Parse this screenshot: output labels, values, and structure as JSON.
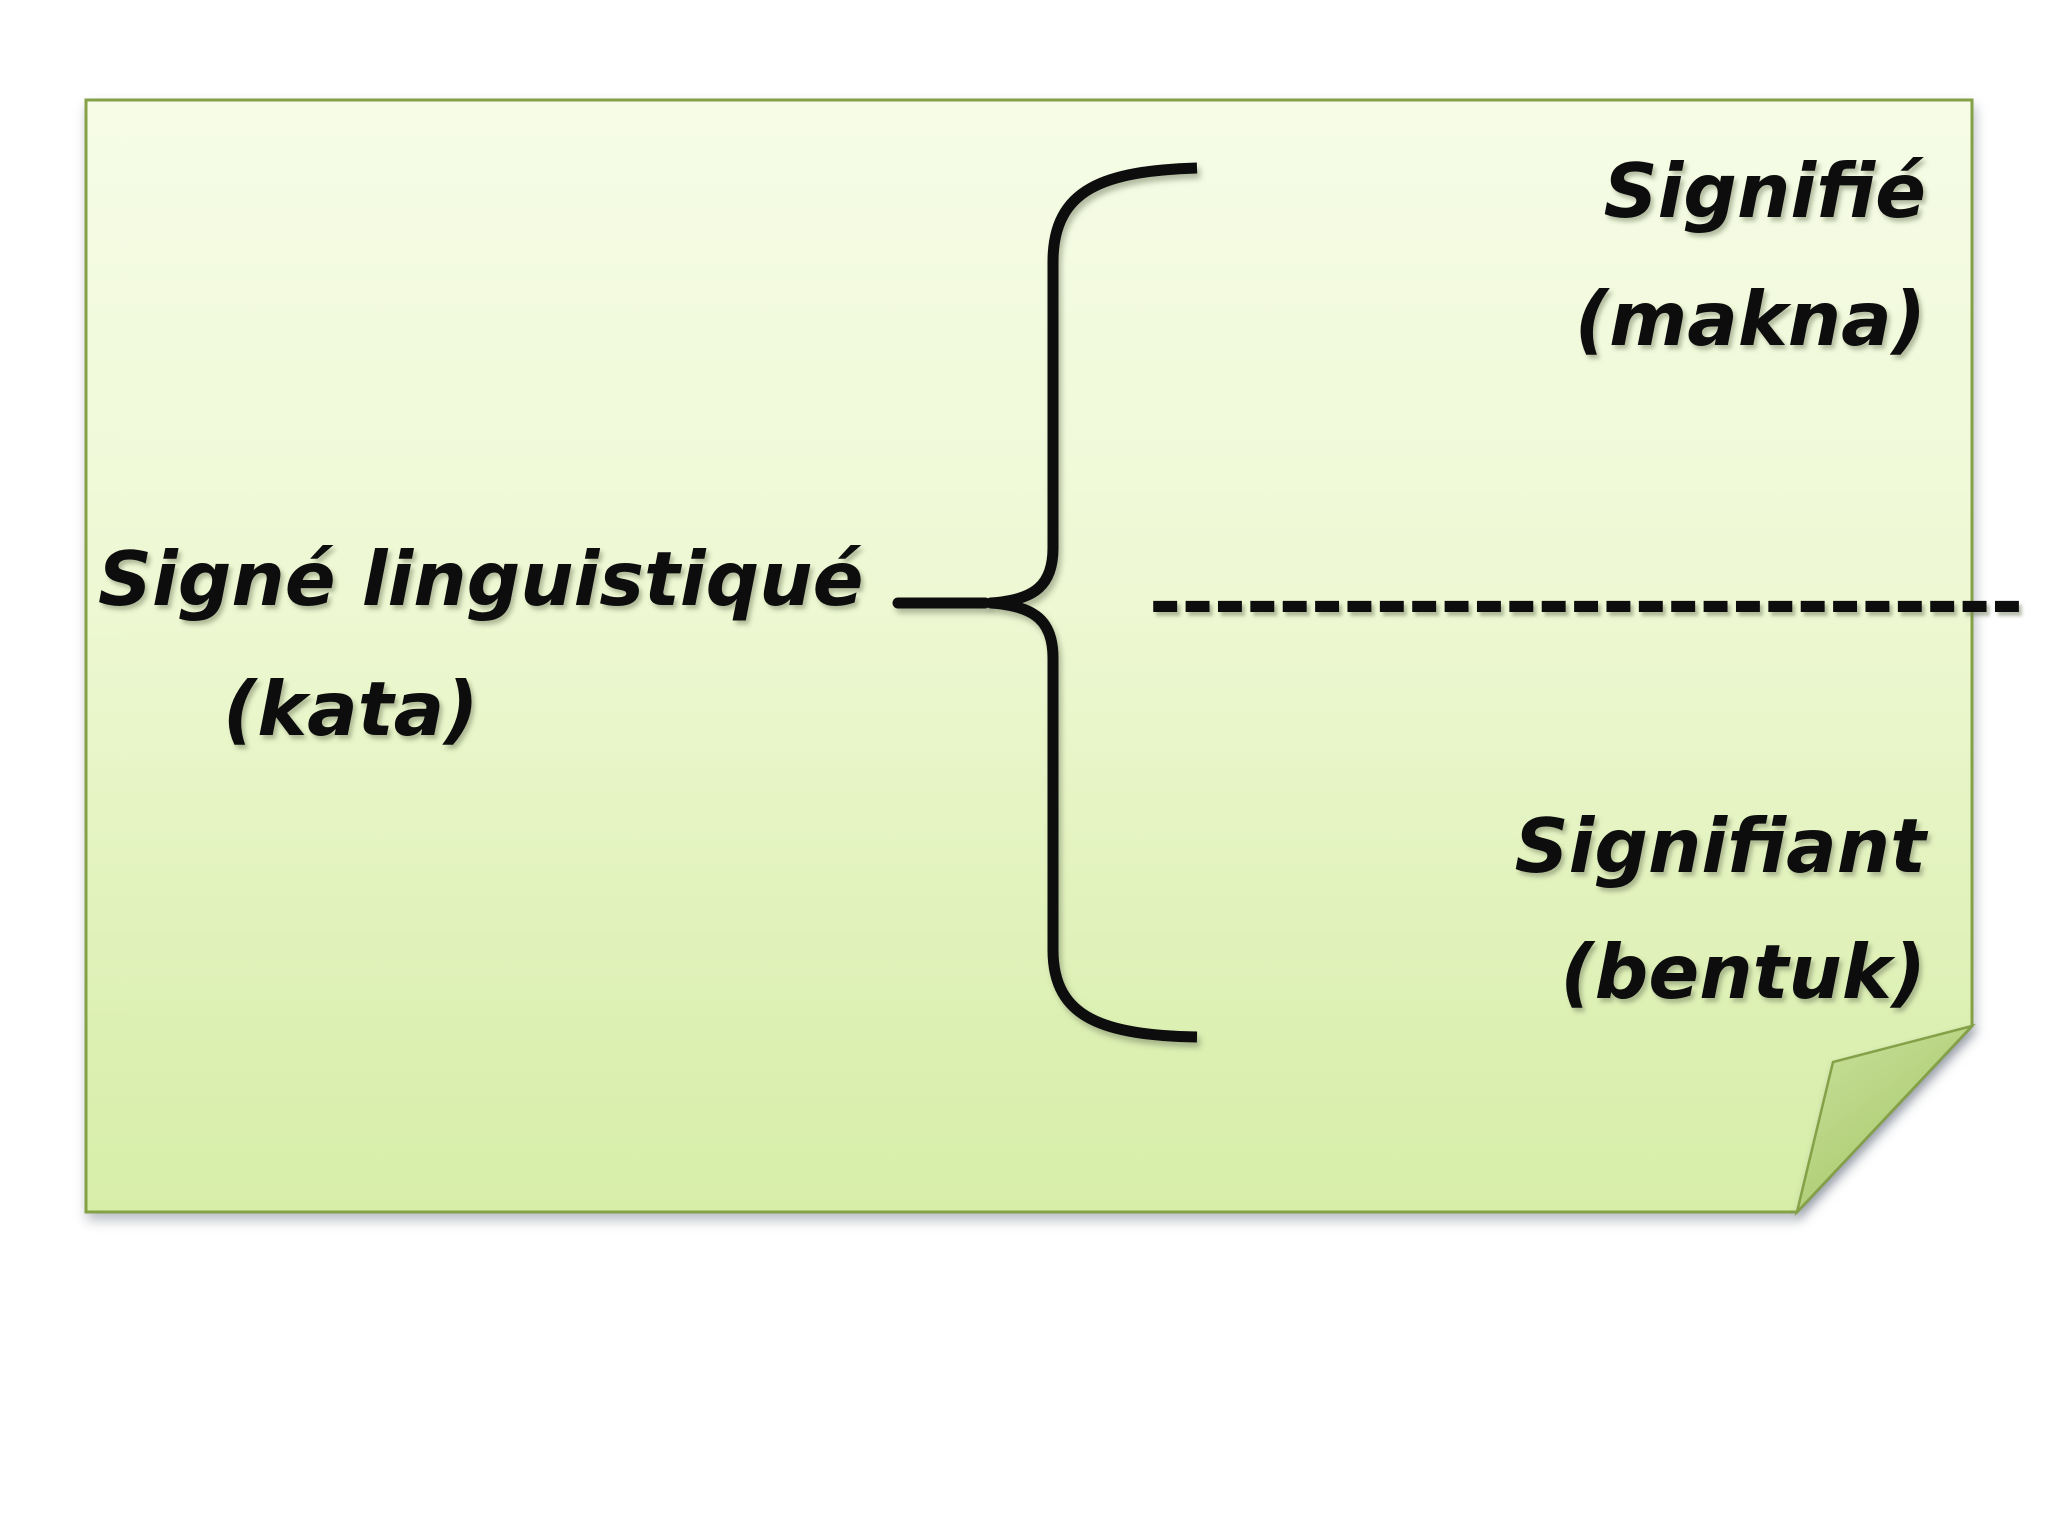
{
  "slide": {
    "left_term": {
      "line1": "Signé linguistiqué",
      "line2": "(kata)"
    },
    "signified_term": {
      "line1": "Signifié",
      "line2": "(makna)"
    },
    "signifier_term": {
      "line1": "Signifiant",
      "line2": "(bentuk)"
    },
    "divider_dashes": "---------------------------",
    "colors": {
      "note_top": "#f6fce7",
      "note_bottom": "#d7eea9",
      "note_border": "#84a148",
      "fold_light": "#cae19c",
      "fold_dark": "#a6c86a",
      "ink": "#0d0d0d"
    }
  }
}
